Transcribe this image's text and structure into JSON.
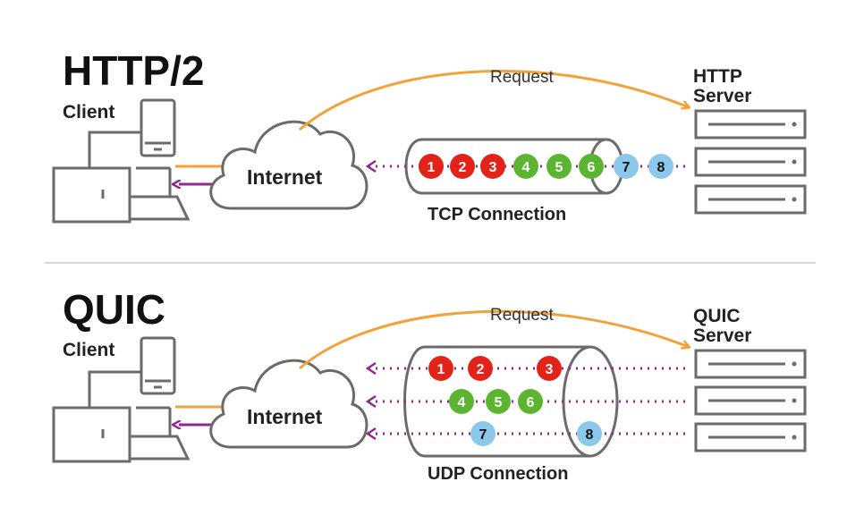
{
  "colors": {
    "red": "#e2231a",
    "green": "#5bb531",
    "blue": "#8cc8ec",
    "orange": "#f2a23a",
    "purple": "#8e2a8e",
    "gray": "#6b6b6b"
  },
  "http2": {
    "title": "HTTP/2",
    "client_label": "Client",
    "internet_label": "Internet",
    "request_label": "Request",
    "server_label_line1": "HTTP",
    "server_label_line2": "Server",
    "connection_label": "TCP Connection",
    "packets": [
      {
        "num": "1",
        "color": "red"
      },
      {
        "num": "2",
        "color": "red"
      },
      {
        "num": "3",
        "color": "red"
      },
      {
        "num": "4",
        "color": "green"
      },
      {
        "num": "5",
        "color": "green"
      },
      {
        "num": "6",
        "color": "green"
      },
      {
        "num": "7",
        "color": "blue"
      },
      {
        "num": "8",
        "color": "blue"
      }
    ]
  },
  "quic": {
    "title": "QUIC",
    "client_label": "Client",
    "internet_label": "Internet",
    "request_label": "Request",
    "server_label_line1": "QUIC",
    "server_label_line2": "Server",
    "connection_label": "UDP Connection",
    "streams": [
      [
        {
          "num": "1",
          "color": "red"
        },
        {
          "num": "2",
          "color": "red"
        },
        {
          "num": "3",
          "color": "red"
        }
      ],
      [
        {
          "num": "4",
          "color": "green"
        },
        {
          "num": "5",
          "color": "green"
        },
        {
          "num": "6",
          "color": "green"
        }
      ],
      [
        {
          "num": "7",
          "color": "blue"
        },
        {
          "num": "8",
          "color": "blue"
        }
      ]
    ]
  }
}
